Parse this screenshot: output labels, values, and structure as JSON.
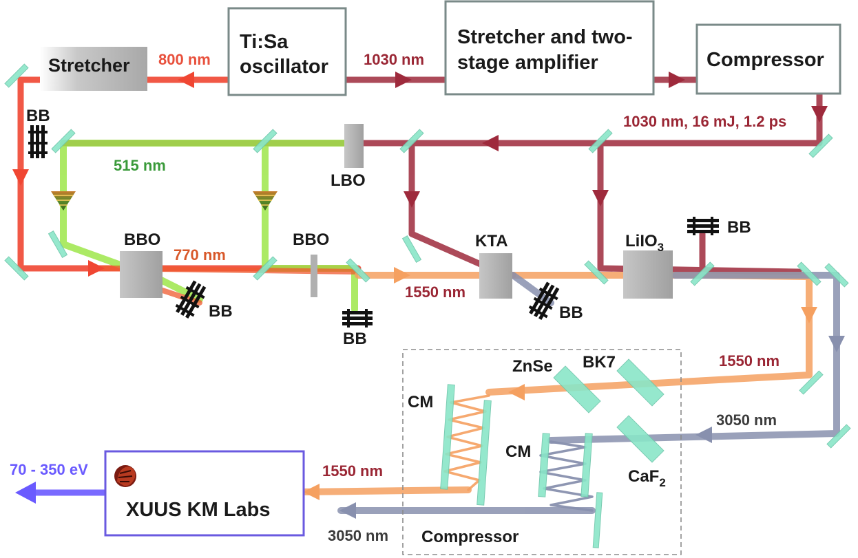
{
  "boxes": {
    "tisa_line1": "Ti:Sa",
    "tisa_line2": "oscillator",
    "stretcher_amp_line1": "Stretcher and two-",
    "stretcher_amp_line2": "stage amplifier",
    "compressor_top": "Compressor",
    "xuus": "XUUS KM Labs"
  },
  "labels": {
    "stretcher": "Stretcher",
    "bb": "BB",
    "lbo": "LBO",
    "bbo": "BBO",
    "kta": "KTA",
    "liio3_main": "LiIO",
    "liio3_sub": "3",
    "znse": "ZnSe",
    "bk7": "BK7",
    "cm": "CM",
    "caf2_main": "CaF",
    "caf2_sub": "2",
    "compressor_bottom": "Compressor"
  },
  "wavelengths": {
    "w800": "800 nm",
    "w1030": "1030 nm",
    "w1030_full": "1030 nm, 16 mJ, 1.2 ps",
    "w515": "515 nm",
    "w770": "770 nm",
    "w1550": "1550 nm",
    "w3050": "3050 nm",
    "xuv_range": "70 - 350 eV"
  },
  "colors": {
    "beam_800": "#f04632",
    "beam_1030": "#9e2a3c",
    "beam_515": "#9ee64a",
    "beam_770": "#f05a30",
    "beam_1550": "#f5a060",
    "beam_3050": "#8890ae",
    "beam_xuv": "#6a5aff",
    "mirror": "#8ae6c8",
    "crystal": "#b2b2b2",
    "label_red": "#e8503c",
    "label_maroon": "#9a2634",
    "label_green": "#3a9a3a",
    "label_orange": "#d8582a",
    "label_grey": "#3c3c3c",
    "label_violet": "#6a5aff"
  }
}
